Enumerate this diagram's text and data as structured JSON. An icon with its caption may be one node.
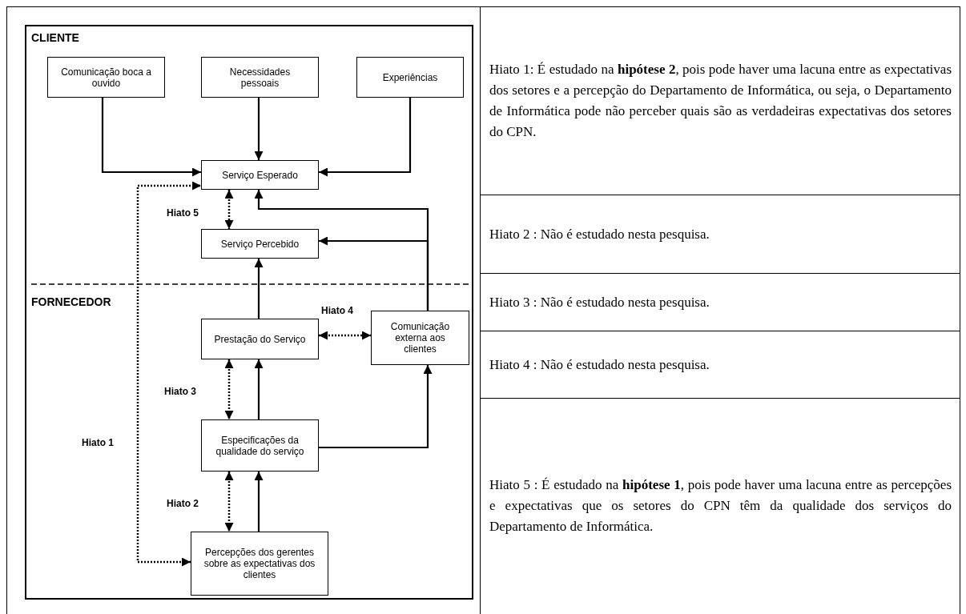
{
  "diagram": {
    "nodes": [
      {
        "text": [
          "CLIENTE",
          "FORNECEDOR"
        ]
      },
      {
        "text": [
          "Comunicação boca a ouvido"
        ],
        "in": 0
      },
      {
        "text": [
          "Necessidades pessoais"
        ],
        "in": 0
      },
      {
        "text": [
          "Experiências"
        ],
        "in": 0
      },
      {
        "text": [
          "Serviço Esperado"
        ],
        "in": 0
      },
      {
        "text": [
          "Serviço Percebido"
        ],
        "in": 0
      },
      {
        "text": [
          "Prestação do Serviço"
        ],
        "in": 0
      },
      {
        "text": [
          "Comunicação externa aos clientes"
        ],
        "in": 0
      },
      {
        "text": [
          "Especificações da qualidade do serviço"
        ],
        "in": 0
      },
      {
        "text": [
          "Percepções dos gerentes sobre as expectativas dos clientes"
        ],
        "in": 0
      }
    ],
    "edges": [
      {
        "from": 1,
        "to": 4,
        "arrow": "to"
      },
      {
        "from": 2,
        "to": 4,
        "arrow": "to"
      },
      {
        "from": 3,
        "to": 4,
        "arrow": "to"
      },
      {
        "from": 9,
        "to": 4,
        "arrow": "both",
        "label": "Hiato 1",
        "style": "dashed"
      },
      {
        "from": 4,
        "to": 5,
        "arrow": "both",
        "label": "Hiato 5",
        "style": "dashed"
      },
      {
        "from": 7,
        "to": 4,
        "arrow": "to"
      },
      {
        "from": 7,
        "to": 5,
        "arrow": "to"
      },
      {
        "from": 6,
        "to": 5,
        "arrow": "to"
      },
      {
        "from": 6,
        "to": 7,
        "arrow": "both",
        "label": "Hiato 4",
        "style": "dashed"
      },
      {
        "from": 8,
        "to": 6,
        "arrow": "to"
      },
      {
        "from": 6,
        "to": 8,
        "arrow": "both",
        "label": "Hiato 3",
        "style": "dashed"
      },
      {
        "from": 8,
        "to": 7,
        "arrow": "to"
      },
      {
        "from": 9,
        "to": 8,
        "arrow": "to"
      },
      {
        "from": 8,
        "to": 9,
        "arrow": "both",
        "label": "Hiato 2",
        "style": "dashed"
      }
    ],
    "labels": [
      "Hiato 1: É estudado na **hipótese 2**, pois pode haver uma lacuna entre as expectativas dos setores e a percepção do Departamento de Informática, ou seja, o Departamento de Informática pode não perceber quais são as verdadeiras expectativas dos setores do CPN.",
      "Hiato 2 : Não é estudado nesta pesquisa.",
      "Hiato 3 : Não é estudado nesta pesquisa.",
      "Hiato 4 : Não é estudado nesta pesquisa.",
      "Hiato 5 : É estudado na **hipótese 1**, pois pode haver uma lacuna entre as percepções e expectativas que os setores do CPN têm da qualidade dos serviços do Departamento de Informática."
    ]
  }
}
